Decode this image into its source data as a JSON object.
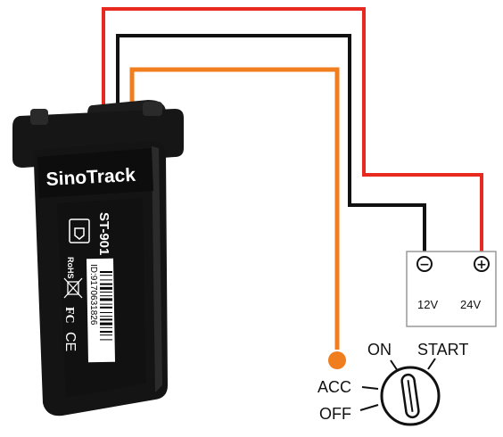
{
  "device": {
    "brand": "SinoTrack",
    "model": "ST-901",
    "id_text": "ID:9170631826",
    "marks": [
      "RoHS",
      "CE",
      "FC"
    ]
  },
  "battery": {
    "minus_symbol": "−",
    "plus_symbol": "+",
    "label_12v": "12V",
    "label_24v": "24V"
  },
  "ignition": {
    "on_label": "ON",
    "start_label": "START",
    "acc_label": "ACC",
    "off_label": "OFF"
  },
  "colors": {
    "red_wire": "#e8291f",
    "black_wire": "#111111",
    "orange_wire": "#f07d1e",
    "device_body": "#141414",
    "accent_brand": "#e8291f"
  }
}
